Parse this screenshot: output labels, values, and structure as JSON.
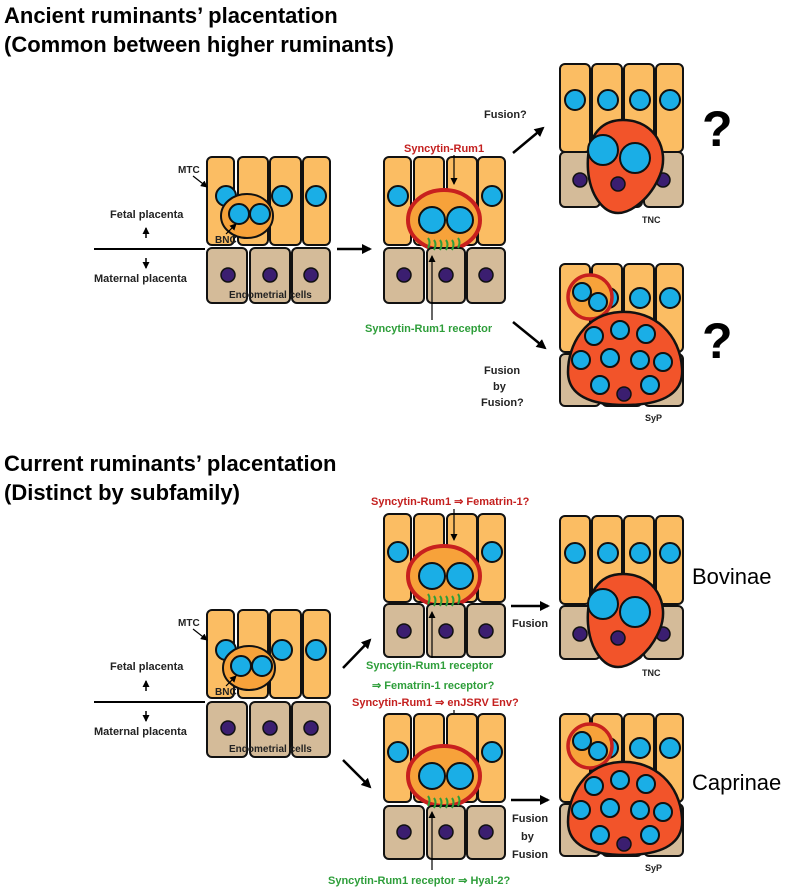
{
  "section1": {
    "title_line1": "Ancient  ruminants’ placentation",
    "title_line2": "(Common between higher ruminants)",
    "mtc": "MTC",
    "bnc": "BNC",
    "fetal": "Fetal placenta",
    "maternal": "Maternal placenta",
    "endometrial": "Endometrial cells",
    "syncytin": "Syncytin-Rum1",
    "receptor": "Syncytin-Rum1 receptor",
    "fusion_q": "Fusion?",
    "fusion_by_1": "Fusion",
    "fusion_by_2": "by",
    "fusion_by_3": "Fusion?",
    "tnc": "TNC",
    "syp": "SyP",
    "question": "?"
  },
  "section2": {
    "title_line1": "Current  ruminants’ placentation",
    "title_line2": "(Distinct by subfamily)",
    "mtc": "MTC",
    "bnc": "BNC",
    "fetal": "Fetal placenta",
    "maternal": "Maternal placenta",
    "endometrial": "Endometrial cells",
    "bov_syncytin": "Syncytin-Rum1 ⇒ Fematrin-1?",
    "bov_receptor1": "Syncytin-Rum1 receptor",
    "bov_receptor2": "⇒ Fematrin-1 receptor?",
    "cap_syncytin": "Syncytin-Rum1 ⇒ enJSRV Env?",
    "cap_receptor": "Syncytin-Rum1 receptor ⇒ Hyal-2?",
    "fusion": "Fusion",
    "fusion_by_1": "Fusion",
    "fusion_by_2": "by",
    "fusion_by_3": "Fusion",
    "tnc": "TNC",
    "syp": "SyP",
    "bovinae": "Bovinae",
    "caprinae": "Caprinae"
  },
  "colors": {
    "orange_cell": "#FBBD63",
    "tan_cell": "#D4BB99",
    "nucleus_blue": "#1AAEE6",
    "nucleus_purple": "#3B1E70",
    "red_cell": "#F2542A",
    "red_outline": "#C8201E",
    "red_text": "#C4201F",
    "green_text": "#2E9E3A"
  }
}
